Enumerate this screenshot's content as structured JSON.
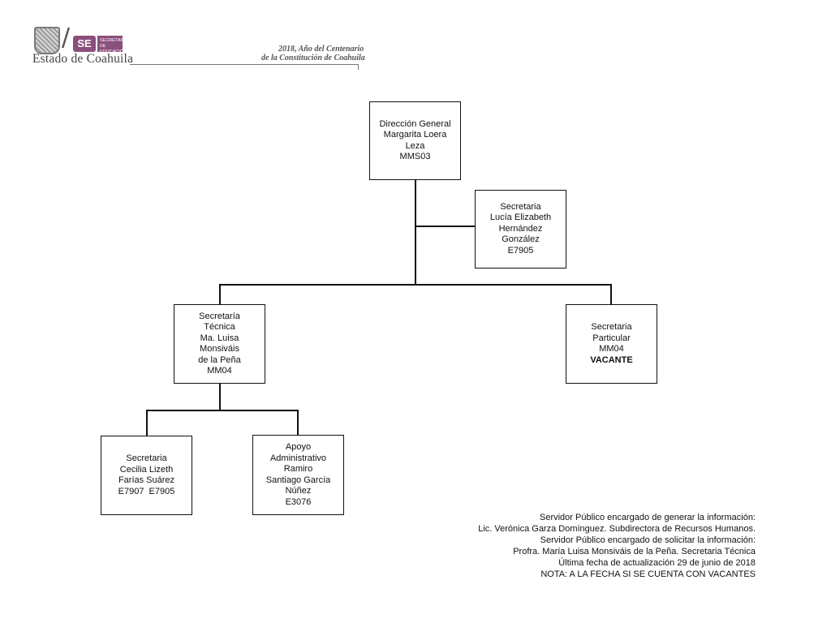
{
  "header": {
    "logo_state": "Estado de Coahuila",
    "logo_se": "SE",
    "logo_se_name": "SECRETARÍA DE EDUCACIÓN",
    "motto_line1": "2018, Año del Centenario",
    "motto_line2": "de la Constitución de Coahuila"
  },
  "org": {
    "director": {
      "lines": [
        "Dirección General",
        "Margarita Loera",
        "Leza",
        "MMS03"
      ]
    },
    "secretary_director": {
      "lines": [
        "Secretaria",
        "Lucía Elizabeth",
        "Hernández",
        "González",
        "E7905"
      ]
    },
    "technical_secretary": {
      "lines": [
        "Secretaría",
        "Técnica",
        "Ma. Luisa",
        "Monsiváis",
        "de la Peña",
        "MM04"
      ]
    },
    "private_secretary": {
      "lines": [
        "Secretaria",
        "Particular",
        "MM04"
      ],
      "status": "VACANTE"
    },
    "secretary_tech": {
      "lines": [
        "Secretaria",
        "Cecilia Lizeth",
        "Farías Suárez",
        "E7907  E7905"
      ]
    },
    "admin_support": {
      "lines": [
        "Apoyo",
        "Administrativo",
        "Ramiro",
        "Santiago García",
        "Núñez",
        "E3076"
      ]
    }
  },
  "footer": {
    "line1": "Servidor Público encargado de generar la información:",
    "line2": "Lic. Verónica Garza Domínguez. Subdirectora de Recursos Humanos.",
    "line3": "Servidor Público encargado de solicitar la información:",
    "line4": "Profra. María Luisa Monsiváis de la Peña. Secretaria Técnica",
    "line5": "Última fecha de actualización 29 de junio de 2018",
    "line6": "NOTA: A LA FECHA SI SE CUENTA CON VACANTES"
  }
}
